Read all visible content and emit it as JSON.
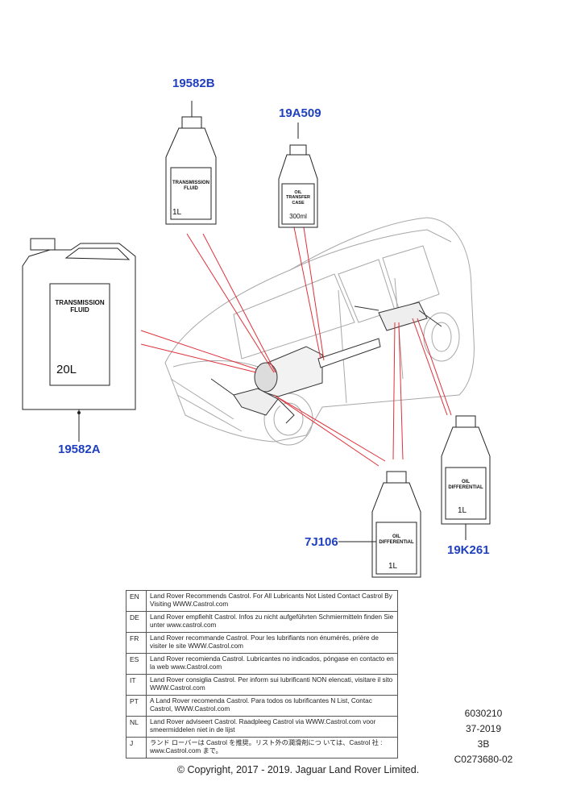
{
  "parts": {
    "p19582B": {
      "number": "19582B",
      "name": "TRANSMISSION FLUID",
      "volume": "1L"
    },
    "p19A509": {
      "number": "19A509",
      "name": "OIL TRANSFER CASE",
      "volume": "300ml"
    },
    "p19582A": {
      "number": "19582A",
      "name": "TRANSMISSION FLUID",
      "volume": "20L"
    },
    "p19K261": {
      "number": "19K261",
      "name": "OIL DIFFERENTIAL",
      "volume": "1L"
    },
    "p7J106": {
      "number": "7J106",
      "name": "OIL DIFFERENTIAL",
      "volume": "1L"
    }
  },
  "languages": [
    {
      "code": "EN",
      "text": "Land Rover Recommends Castrol.  For All Lubricants Not Listed Contact Castrol By Visiting WWW.Castrol.com"
    },
    {
      "code": "DE",
      "text": "Land Rover empfiehlt Castrol.  Infos zu nicht aufgeführten Schmiermitteln finden Sie unter www.castrol.com"
    },
    {
      "code": "FR",
      "text": "Land Rover recommande Castrol. Pour les lubrifiants non énumérés, prière de visiter le site WWW.Castrol.com"
    },
    {
      "code": "ES",
      "text": "Land Rover recomienda Castrol.  Lubricantes no indicados, póngase en contacto en la web www.Castrol.com"
    },
    {
      "code": "IT",
      "text": "Land Rover consiglia Castrol.  Per inform sui lubrificanti NON elencati, visitare il sito WWW.Castrol.com"
    },
    {
      "code": "PT",
      "text": "A Land Rover recomenda Castrol.  Para todos os lubrificantes N List, Contac Castrol, WWW.Castrol.com"
    },
    {
      "code": "NL",
      "text": "Land Rover adviseert Castrol.  Raadpleeg Castrol via WWW.Castrol.com voor smeermiddelen niet in de lijst"
    },
    {
      "code": "J",
      "text": "ランド ローバーは Castrol を推奨。リスト外の潤滑剤につ いては、Castrol 社 : www.Castrol.com まで。"
    }
  ],
  "references": [
    "6030210",
    "37-2019",
    "3B",
    "C0273680-02"
  ],
  "copyright": "© Copyright, 2017 - 2019. Jaguar Land Rover Limited.",
  "colors": {
    "part_label": "#1f3fbf",
    "leader_red": "#e0303a",
    "line_gray": "#9a9a9a"
  }
}
